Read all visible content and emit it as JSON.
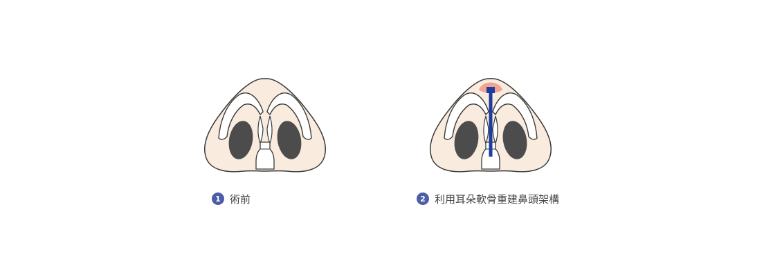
{
  "colors": {
    "skin": "#f9ebde",
    "outline": "#3a3a3a",
    "nostril": "#4c4c4c",
    "badge": "#4c5ea8",
    "graft": "#f2a393",
    "implant": "#1a3d9e"
  },
  "steps": [
    {
      "number": "1",
      "label": "術前"
    },
    {
      "number": "2",
      "label": "利用耳朵軟骨重建鼻頭架構"
    }
  ]
}
